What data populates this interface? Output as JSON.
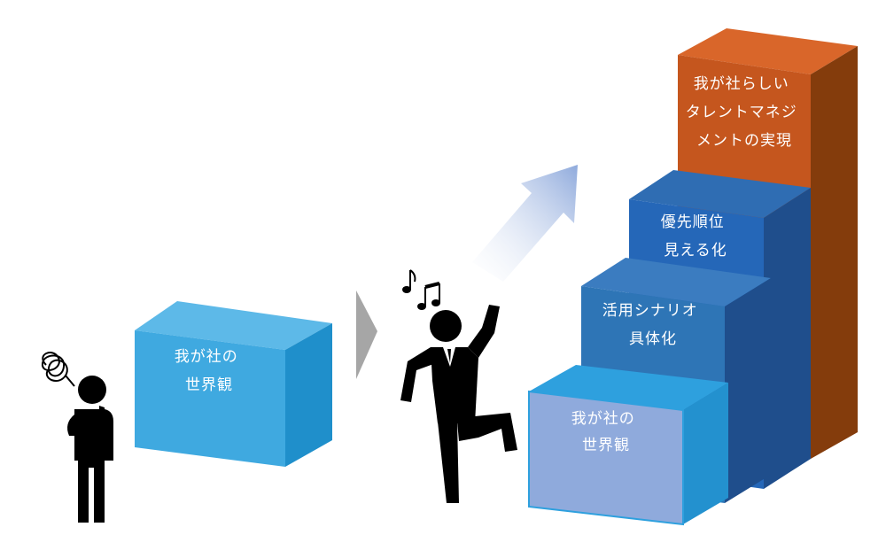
{
  "left_box": {
    "lines": [
      "我が社の",
      "世界観"
    ]
  },
  "steps": [
    {
      "lines": [
        "我が社の",
        "世界観"
      ]
    },
    {
      "lines": [
        "活用シナリオ",
        "具体化"
      ]
    },
    {
      "lines": [
        "優先順位",
        "見える化"
      ]
    },
    {
      "lines": [
        "我が社らしい",
        "タレントマネジ",
        "メントの実現"
      ]
    }
  ],
  "colors": {
    "left_box_front": "#3FA9E0",
    "step1_front": "#8FAADC",
    "step2_front": "#2E75B6",
    "step3_front": "#2567B8",
    "step4_front": "#C5561E",
    "step4_side": "#843C0C",
    "arrow_chevron": "#A6A6A6",
    "arrow_diagonal": "#8FAADC",
    "figure": "#000000"
  },
  "icons": {
    "confused_mark": "tangled-scribble-icon",
    "music_notes": "music-notes-icon"
  }
}
